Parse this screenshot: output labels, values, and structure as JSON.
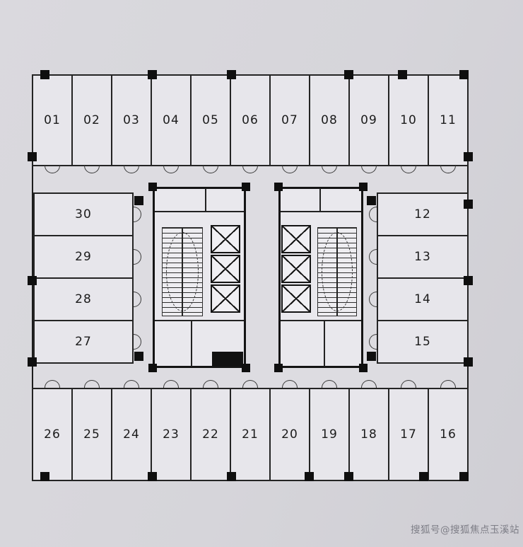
{
  "plan": {
    "units": {
      "top": [
        "01",
        "02",
        "03",
        "04",
        "05",
        "06",
        "07",
        "08",
        "09",
        "10",
        "11"
      ],
      "right": [
        "12",
        "13",
        "14",
        "15"
      ],
      "bottom": [
        "26",
        "25",
        "24",
        "23",
        "22",
        "21",
        "20",
        "19",
        "18",
        "17",
        "16"
      ],
      "left": [
        "30",
        "29",
        "28",
        "27"
      ]
    }
  },
  "watermark": {
    "text": "搜狐号@搜狐焦点玉溪站"
  },
  "colors": {
    "page": "#d6d5da",
    "floor": "#dddce1",
    "room": "#e7e6eb",
    "wall": "#1d1d1d",
    "watermark_text": "#7e7e87"
  }
}
